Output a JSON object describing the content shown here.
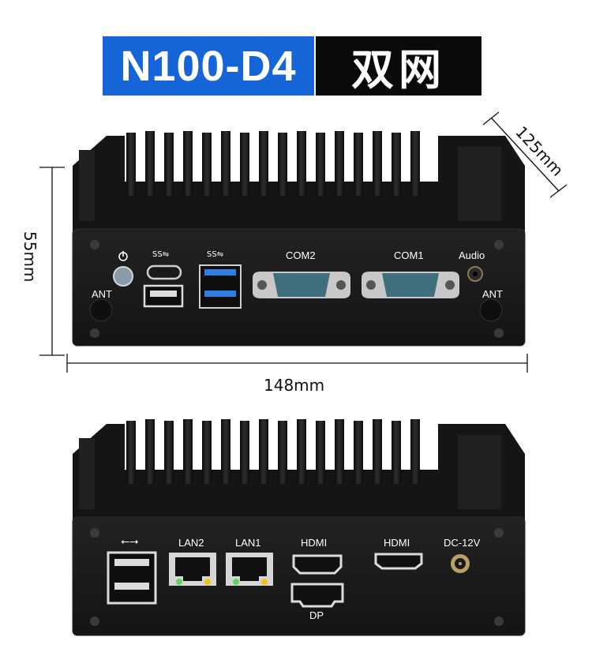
{
  "title": {
    "model": "N100-D4",
    "variant": "双网"
  },
  "dimensions": {
    "height": "55mm",
    "depth": "125mm",
    "width": "148mm"
  },
  "front_panel": {
    "power_icon": "power-icon",
    "usb_logo": "usb-ss-icon",
    "com2": "COM2",
    "com1": "COM1",
    "audio": "Audio",
    "ant_left": "ANT",
    "ant_right": "ANT"
  },
  "rear_panel": {
    "usb_logo": "usb-icon",
    "lan2": "LAN2",
    "lan1": "LAN1",
    "hdmi_left": "HDMI",
    "dp": "DP",
    "hdmi_right": "HDMI",
    "dc": "DC-12V"
  },
  "colors": {
    "title_blue": "#1565d8",
    "title_black": "#0a0a0a",
    "case": "#1b1b1b",
    "usb3_blue": "#2f7fe0",
    "db9_teal": "#3f6e7c"
  }
}
